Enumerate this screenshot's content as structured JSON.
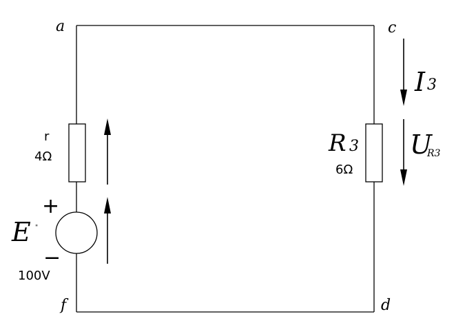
{
  "nodes": {
    "a": "a",
    "c": "c",
    "d": "d",
    "f": "f"
  },
  "resistor_r": {
    "name": "r",
    "value": "4Ω"
  },
  "source": {
    "symbol": "E",
    "mark": "\"",
    "plus": "+",
    "minus": "−",
    "value": "100V"
  },
  "resistor_r3": {
    "name": "R",
    "subscript": "3",
    "value": "6Ω"
  },
  "current": {
    "symbol": "I",
    "subscript": "3"
  },
  "voltage": {
    "symbol": "U",
    "subscript": "R3"
  }
}
